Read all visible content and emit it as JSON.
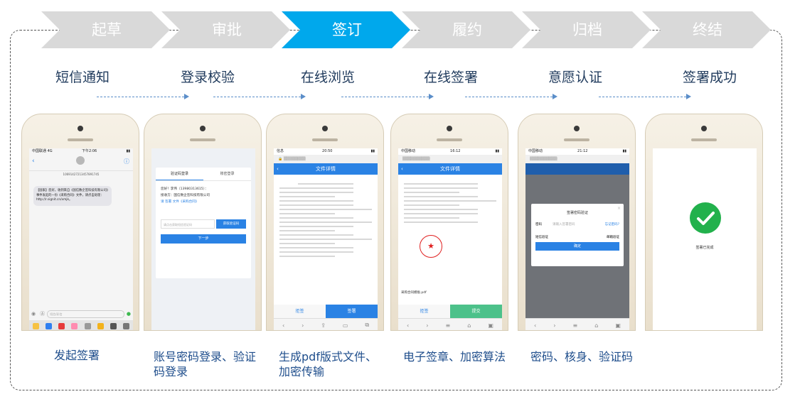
{
  "steps": [
    {
      "label": "起草",
      "active": false
    },
    {
      "label": "审批",
      "active": false
    },
    {
      "label": "签订",
      "active": true
    },
    {
      "label": "履约",
      "active": false
    },
    {
      "label": "归档",
      "active": false
    },
    {
      "label": "终结",
      "active": false
    }
  ],
  "colors": {
    "active": "#00a8ec",
    "inactive": "#d9d9d9",
    "flow_text": "#1f3a5c",
    "caption_text": "#1f4e8c"
  },
  "flow": [
    "短信通知",
    "登录校验",
    "在线浏览",
    "在线签署",
    "意愿认证",
    "签署成功"
  ],
  "captions": [
    "发起签署",
    "账号密码登录、验证码登录",
    "生成pdf版式文件、加密传输",
    "电子签章、加密算法",
    "密码、核身、验证码"
  ],
  "phone1": {
    "time": "下午2:06",
    "sender": "10691427213457891745",
    "message": "【国家】您好，收到来自《国信数企签科技有限公司》事件发起的一份《采购合同》文件，请点击处理：http://r.signit.cn/xmjk。",
    "input_placeholder": "短信/彩信"
  },
  "phone2": {
    "tab_sms": "验证码登录",
    "tab_pwd": "账密登录",
    "greeting": "您好！李伟（13980313615）：",
    "company": "接收方：国信数企签科技有限公司",
    "please": "请 签署 文件《采购合同》",
    "code_placeholder": "请点击获取短信验证码",
    "get_code": "获取验证码",
    "next": "下一步"
  },
  "phone3": {
    "title": "文件详情",
    "btn_reject": "拒签",
    "btn_sign": "签署",
    "time": "20:50"
  },
  "phone4": {
    "title": "文件详情",
    "btn_reject": "拒签",
    "btn_submit": "提交",
    "file": "采购合同模板.pdf",
    "time": "16:12"
  },
  "phone5": {
    "dialog_title": "签署密码验证",
    "pwd_label": "密码",
    "pwd_placeholder": "请输入签署密码",
    "forgot": "忘记密码?",
    "shortcut": "短信验证",
    "email": "邮箱验证",
    "confirm": "确定",
    "time": "21:12"
  },
  "phone6": {
    "done": "签署已完成"
  }
}
